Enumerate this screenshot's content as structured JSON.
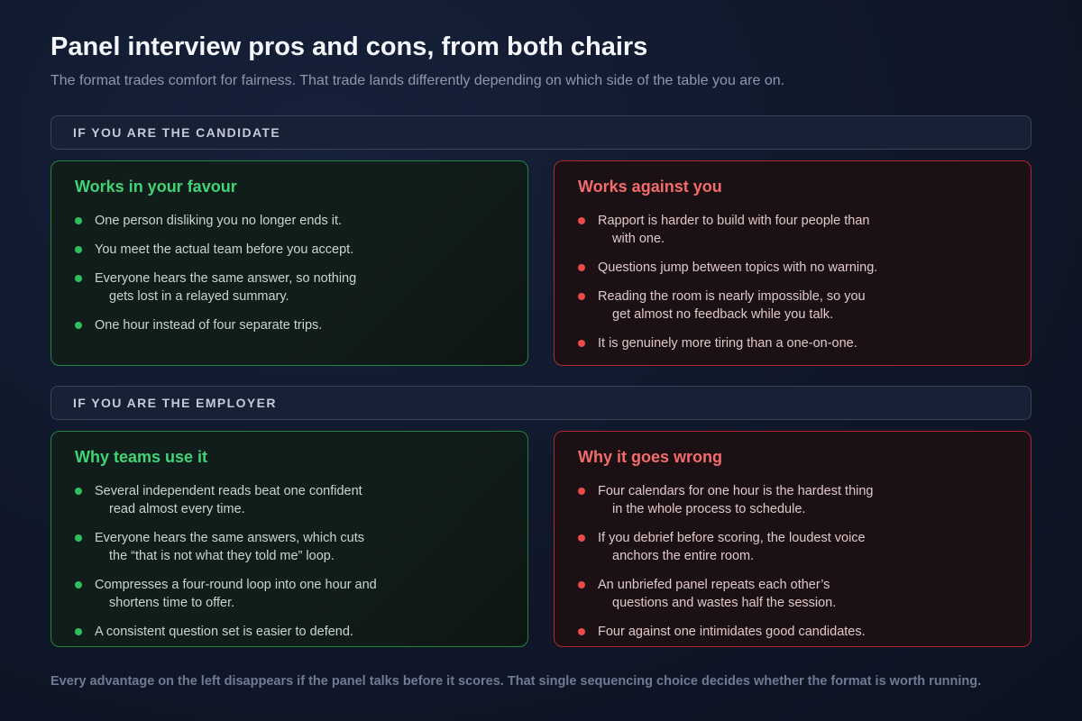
{
  "header": {
    "title": "Panel interview pros and cons, from both chairs",
    "subtitle": "The format trades comfort for fairness. That trade lands differently depending on which side of the table you are on."
  },
  "candidate": {
    "section_label": "IF YOU ARE THE CANDIDATE",
    "pros": {
      "title": "Works in your favour",
      "items": [
        "One person disliking you no longer ends it.",
        "You meet the actual team before you accept.",
        "Everyone hears the same answer, so nothing gets lost in a relayed summary.",
        "One hour instead of four separate trips."
      ]
    },
    "cons": {
      "title": "Works against you",
      "items": [
        "Rapport is harder to build with four people than with one.",
        "Questions jump between topics with no warning.",
        "Reading the room is nearly impossible, so you get almost no feedback while you talk.",
        "It is genuinely more tiring than a one-on-one."
      ]
    }
  },
  "employer": {
    "section_label": "IF YOU ARE THE EMPLOYER",
    "pros": {
      "title": "Why teams use it",
      "items": [
        "Several independent reads beat one confident read almost every time.",
        "Everyone hears the same answers, which cuts the “that is not what they told me” loop.",
        "Compresses a four-round loop into one hour and shortens time to offer.",
        "A consistent question set is easier to defend."
      ]
    },
    "cons": {
      "title": "Why it goes wrong",
      "items": [
        "Four calendars for one hour is the hardest thing in the whole process to schedule.",
        "If you debrief before scoring, the loudest voice anchors the entire room.",
        "An unbriefed panel repeats each other’s questions and wastes half the session.",
        "Four against one intimidates good candidates."
      ]
    }
  },
  "footer": {
    "note": "Every advantage on the left disappears if the panel talks before it scores. That single sequencing choice decides whether the format is worth running."
  },
  "colors": {
    "pro_accent": "#3fd474",
    "con_accent": "#f36b6b",
    "pro_border": "#22833f",
    "con_border": "#b3262f"
  }
}
